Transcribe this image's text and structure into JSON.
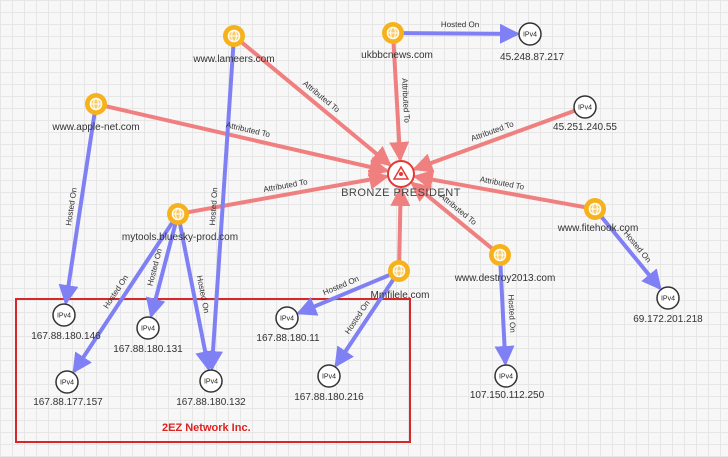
{
  "center": {
    "label": "BRONZE PRESIDENT",
    "icon": "threat-actor-icon"
  },
  "domains": [
    {
      "id": "lameers",
      "label": "www.lameers.com"
    },
    {
      "id": "ukbbcnews",
      "label": "ukbbcnews.com"
    },
    {
      "id": "applenet",
      "label": "www.apple-net.com"
    },
    {
      "id": "mytools",
      "label": "mytools.bluesky-prod.com"
    },
    {
      "id": "mmfilele",
      "label": "Mmfilele.com"
    },
    {
      "id": "destroy",
      "label": "www.destroy2013.com"
    },
    {
      "id": "fitehook",
      "label": "www.fitehook.com"
    }
  ],
  "ips": [
    {
      "id": "ip217",
      "badge": "IPv4",
      "label": "45.248.87.217"
    },
    {
      "id": "ip55",
      "badge": "IPv4",
      "label": "45.251.240.55"
    },
    {
      "id": "ip146",
      "badge": "IPv4",
      "label": "167.88.180.146"
    },
    {
      "id": "ip131",
      "badge": "IPv4",
      "label": "167.88.180.131"
    },
    {
      "id": "ip11",
      "badge": "IPv4",
      "label": "167.88.180.11"
    },
    {
      "id": "ip157",
      "badge": "IPv4",
      "label": "167.88.177.157"
    },
    {
      "id": "ip132",
      "badge": "IPv4",
      "label": "167.88.180.132"
    },
    {
      "id": "ip216",
      "badge": "IPv4",
      "label": "167.88.180.216"
    },
    {
      "id": "ip250",
      "badge": "IPv4",
      "label": "107.150.112.250"
    },
    {
      "id": "ip218",
      "badge": "IPv4",
      "label": "69.172.201.218"
    }
  ],
  "edges": [
    {
      "from": "lameers",
      "to": "center",
      "label": "Attributed To",
      "kind": "attributed"
    },
    {
      "from": "ukbbcnews",
      "to": "center",
      "label": "Attributed To",
      "kind": "attributed"
    },
    {
      "from": "applenet",
      "to": "center",
      "label": "Attributed To",
      "kind": "attributed"
    },
    {
      "from": "ip55",
      "to": "center",
      "label": "Attributed To",
      "kind": "attributed"
    },
    {
      "from": "mytools",
      "to": "center",
      "label": "Attributed To",
      "kind": "attributed"
    },
    {
      "from": "fitehook",
      "to": "center",
      "label": "Attributed To",
      "kind": "attributed"
    },
    {
      "from": "destroy",
      "to": "center",
      "label": "Attributed To",
      "kind": "attributed"
    },
    {
      "from": "mmfilele",
      "to": "center",
      "label": "",
      "kind": "attributed"
    },
    {
      "from": "ukbbcnews",
      "to": "ip217",
      "label": "Hosted On",
      "kind": "hosted"
    },
    {
      "from": "applenet",
      "to": "ip146",
      "label": "Hosted On",
      "kind": "hosted"
    },
    {
      "from": "lameers",
      "to": "ip132",
      "label": "Hosted On",
      "kind": "hosted"
    },
    {
      "from": "mytools",
      "to": "ip157",
      "label": "Hosted On",
      "kind": "hosted"
    },
    {
      "from": "mytools",
      "to": "ip131",
      "label": "Hosted On",
      "kind": "hosted"
    },
    {
      "from": "mytools",
      "to": "ip132",
      "label": "Hosted On",
      "kind": "hosted"
    },
    {
      "from": "mmfilele",
      "to": "ip11",
      "label": "Hosted On",
      "kind": "hosted"
    },
    {
      "from": "mmfilele",
      "to": "ip216",
      "label": "Hosted On",
      "kind": "hosted"
    },
    {
      "from": "destroy",
      "to": "ip250",
      "label": "Hosted On",
      "kind": "hosted"
    },
    {
      "from": "fitehook",
      "to": "ip218",
      "label": "Hosted On",
      "kind": "hosted"
    }
  ],
  "group": {
    "label": "2EZ Network Inc."
  },
  "colors": {
    "attributed": "#f07f7f",
    "hosted": "#8080f5",
    "domain_outer": "#f6b21c",
    "domain_inner": "#e89a0a",
    "center": "#e53935",
    "group_border": "#d62828"
  },
  "icons": {
    "domain": "globe-icon",
    "ip": "ipv4-icon"
  }
}
